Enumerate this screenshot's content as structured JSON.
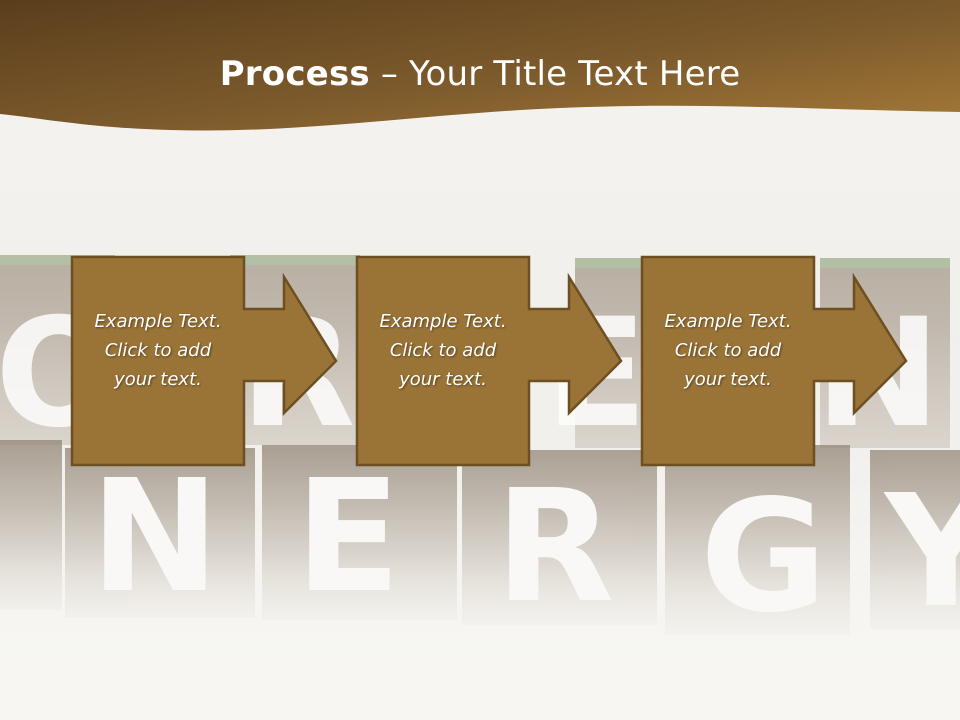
{
  "title": {
    "bold": "Process",
    "rest": " – Your Title Text Here"
  },
  "steps": [
    {
      "text": "Example Text.\nClick  to add\nyour text."
    },
    {
      "text": "Example Text.\nClick  to add\nyour text."
    },
    {
      "text": "Example Text.\nClick  to add\nyour text."
    }
  ],
  "background": {
    "top_row_letters": [
      "O",
      "R",
      "E",
      "E",
      "N"
    ],
    "bottom_row_letters": [
      "N",
      "E",
      "R",
      "G",
      "Y"
    ]
  },
  "colors": {
    "header_dark": "#5a3e1c",
    "header_light": "#a57a38",
    "box_fill": "#9a7437",
    "box_stroke": "#6d4f22",
    "block_brown": "#6b5a49",
    "block_green": "#6c8a5c"
  }
}
